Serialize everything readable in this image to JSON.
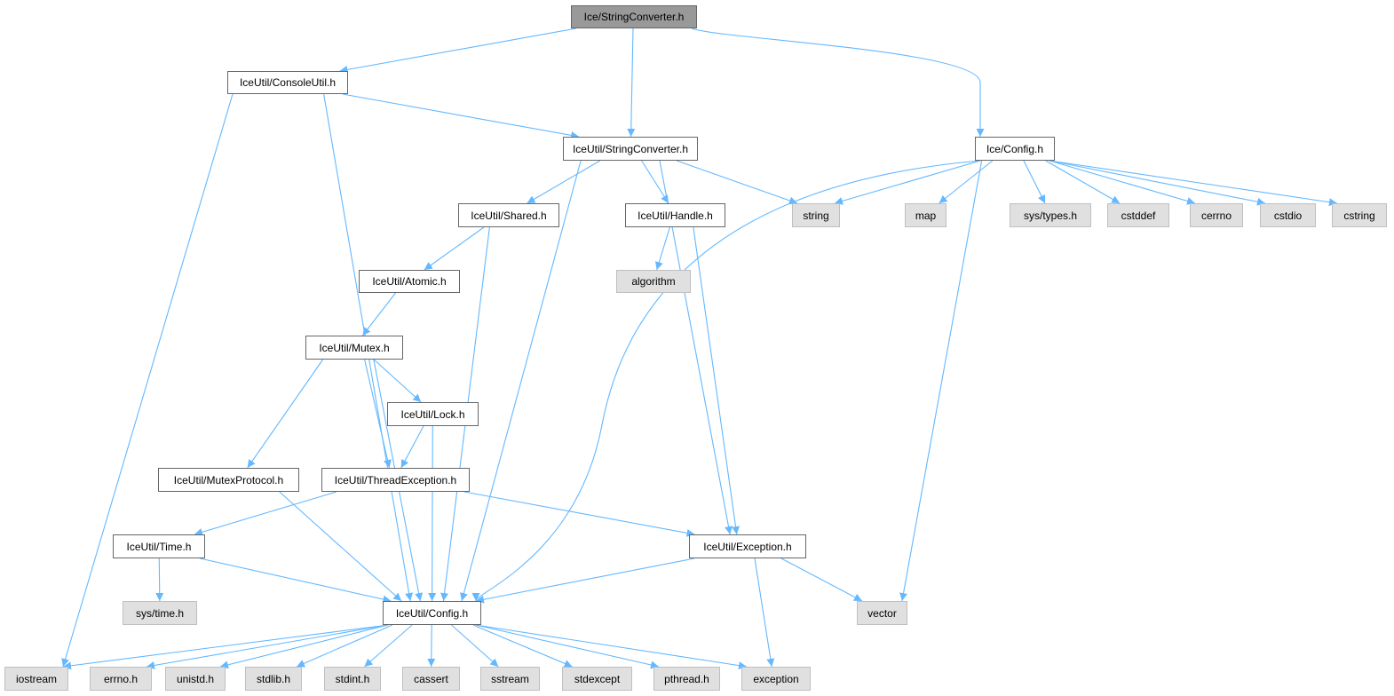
{
  "graph": {
    "title": "Ice/StringConverter.h",
    "edge_color": "#63b8ff",
    "nodes": [
      {
        "id": "root",
        "label": "Ice/StringConverter.h",
        "kind": "root"
      },
      {
        "id": "consoleutil",
        "label": "IceUtil/ConsoleUtil.h",
        "kind": "local"
      },
      {
        "id": "iu_strconv",
        "label": "IceUtil/StringConverter.h",
        "kind": "local"
      },
      {
        "id": "ice_config",
        "label": "Ice/Config.h",
        "kind": "local"
      },
      {
        "id": "shared",
        "label": "IceUtil/Shared.h",
        "kind": "local"
      },
      {
        "id": "handle",
        "label": "IceUtil/Handle.h",
        "kind": "local"
      },
      {
        "id": "string",
        "label": "string",
        "kind": "sys"
      },
      {
        "id": "map",
        "label": "map",
        "kind": "sys"
      },
      {
        "id": "systypes",
        "label": "sys/types.h",
        "kind": "sys"
      },
      {
        "id": "cstddef",
        "label": "cstddef",
        "kind": "sys"
      },
      {
        "id": "cerrno",
        "label": "cerrno",
        "kind": "sys"
      },
      {
        "id": "cstdio",
        "label": "cstdio",
        "kind": "sys"
      },
      {
        "id": "cstring",
        "label": "cstring",
        "kind": "sys"
      },
      {
        "id": "algorithm",
        "label": "algorithm",
        "kind": "sys"
      },
      {
        "id": "atomic",
        "label": "IceUtil/Atomic.h",
        "kind": "local"
      },
      {
        "id": "mutex",
        "label": "IceUtil/Mutex.h",
        "kind": "local"
      },
      {
        "id": "lock",
        "label": "IceUtil/Lock.h",
        "kind": "local"
      },
      {
        "id": "mutexprotocol",
        "label": "IceUtil/MutexProtocol.h",
        "kind": "local"
      },
      {
        "id": "threadexc",
        "label": "IceUtil/ThreadException.h",
        "kind": "local"
      },
      {
        "id": "time",
        "label": "IceUtil/Time.h",
        "kind": "local"
      },
      {
        "id": "exception",
        "label": "IceUtil/Exception.h",
        "kind": "local"
      },
      {
        "id": "systime",
        "label": "sys/time.h",
        "kind": "sys"
      },
      {
        "id": "iu_config",
        "label": "IceUtil/Config.h",
        "kind": "local"
      },
      {
        "id": "vector",
        "label": "vector",
        "kind": "sys"
      },
      {
        "id": "iostream",
        "label": "iostream",
        "kind": "sys"
      },
      {
        "id": "errno",
        "label": "errno.h",
        "kind": "sys"
      },
      {
        "id": "unistd",
        "label": "unistd.h",
        "kind": "sys"
      },
      {
        "id": "stdlib",
        "label": "stdlib.h",
        "kind": "sys"
      },
      {
        "id": "stdint",
        "label": "stdint.h",
        "kind": "sys"
      },
      {
        "id": "cassert",
        "label": "cassert",
        "kind": "sys"
      },
      {
        "id": "sstream",
        "label": "sstream",
        "kind": "sys"
      },
      {
        "id": "stdexcept",
        "label": "stdexcept",
        "kind": "sys"
      },
      {
        "id": "pthread",
        "label": "pthread.h",
        "kind": "sys"
      },
      {
        "id": "std_exception",
        "label": "exception",
        "kind": "sys"
      }
    ],
    "edges": [
      [
        "root",
        "consoleutil"
      ],
      [
        "root",
        "iu_strconv"
      ],
      [
        "root",
        "ice_config"
      ],
      [
        "consoleutil",
        "iostream"
      ],
      [
        "consoleutil",
        "iu_strconv"
      ],
      [
        "consoleutil",
        "iu_config"
      ],
      [
        "iu_strconv",
        "shared"
      ],
      [
        "iu_strconv",
        "handle"
      ],
      [
        "iu_strconv",
        "string"
      ],
      [
        "iu_strconv",
        "iu_config"
      ],
      [
        "iu_strconv",
        "exception"
      ],
      [
        "ice_config",
        "string"
      ],
      [
        "ice_config",
        "map"
      ],
      [
        "ice_config",
        "systypes"
      ],
      [
        "ice_config",
        "cstddef"
      ],
      [
        "ice_config",
        "cerrno"
      ],
      [
        "ice_config",
        "cstdio"
      ],
      [
        "ice_config",
        "cstring"
      ],
      [
        "ice_config",
        "vector"
      ],
      [
        "ice_config",
        "iu_config"
      ],
      [
        "shared",
        "atomic"
      ],
      [
        "shared",
        "iu_config"
      ],
      [
        "handle",
        "algorithm"
      ],
      [
        "handle",
        "exception"
      ],
      [
        "atomic",
        "mutex"
      ],
      [
        "mutex",
        "lock"
      ],
      [
        "mutex",
        "mutexprotocol"
      ],
      [
        "mutex",
        "threadexc"
      ],
      [
        "mutex",
        "iu_config"
      ],
      [
        "lock",
        "threadexc"
      ],
      [
        "lock",
        "iu_config"
      ],
      [
        "mutexprotocol",
        "iu_config"
      ],
      [
        "threadexc",
        "time"
      ],
      [
        "threadexc",
        "exception"
      ],
      [
        "time",
        "systime"
      ],
      [
        "time",
        "iu_config"
      ],
      [
        "exception",
        "iu_config"
      ],
      [
        "exception",
        "vector"
      ],
      [
        "exception",
        "std_exception"
      ],
      [
        "iu_config",
        "iostream"
      ],
      [
        "iu_config",
        "errno"
      ],
      [
        "iu_config",
        "unistd"
      ],
      [
        "iu_config",
        "stdlib"
      ],
      [
        "iu_config",
        "stdint"
      ],
      [
        "iu_config",
        "cassert"
      ],
      [
        "iu_config",
        "sstream"
      ],
      [
        "iu_config",
        "stdexcept"
      ],
      [
        "iu_config",
        "pthread"
      ],
      [
        "iu_config",
        "std_exception"
      ]
    ]
  }
}
